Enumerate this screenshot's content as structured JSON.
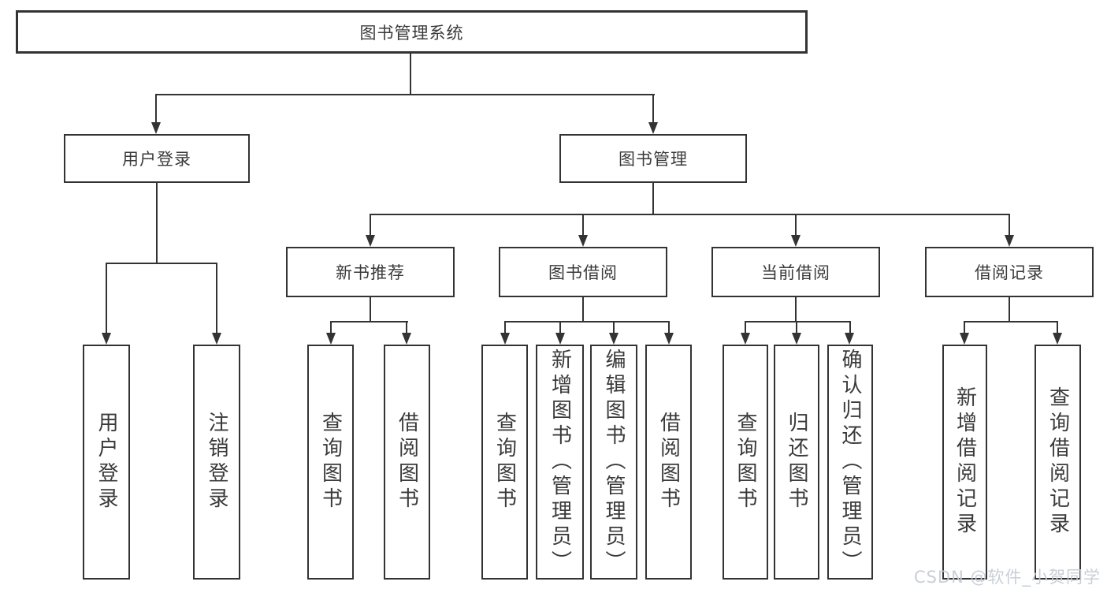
{
  "tree": {
    "root": {
      "label": "图书管理系统"
    },
    "branches": [
      {
        "label": "用户登录",
        "children": [
          {
            "label": "用户登录"
          },
          {
            "label": "注销登录"
          }
        ]
      },
      {
        "label": "图书管理",
        "children": [
          {
            "label": "新书推荐",
            "children": [
              {
                "label": "查询图书"
              },
              {
                "label": "借阅图书"
              }
            ]
          },
          {
            "label": "图书借阅",
            "children": [
              {
                "label": "查询图书"
              },
              {
                "label": "新增图书（管理员）"
              },
              {
                "label": "编辑图书（管理员）"
              },
              {
                "label": "借阅图书"
              }
            ]
          },
          {
            "label": "当前借阅",
            "children": [
              {
                "label": "查询图书"
              },
              {
                "label": "归还图书"
              },
              {
                "label": "确认归还（管理员）"
              }
            ]
          },
          {
            "label": "借阅记录",
            "children": [
              {
                "label": "新增借阅记录"
              },
              {
                "label": "查询借阅记录"
              }
            ]
          }
        ]
      }
    ]
  },
  "watermark": "CSDN @软件_小贺同学",
  "colors": {
    "line": "#333333",
    "box_border": "#333333",
    "text": "#3a3a3a",
    "background": "#ffffff",
    "watermark": "#c6ccd4"
  }
}
